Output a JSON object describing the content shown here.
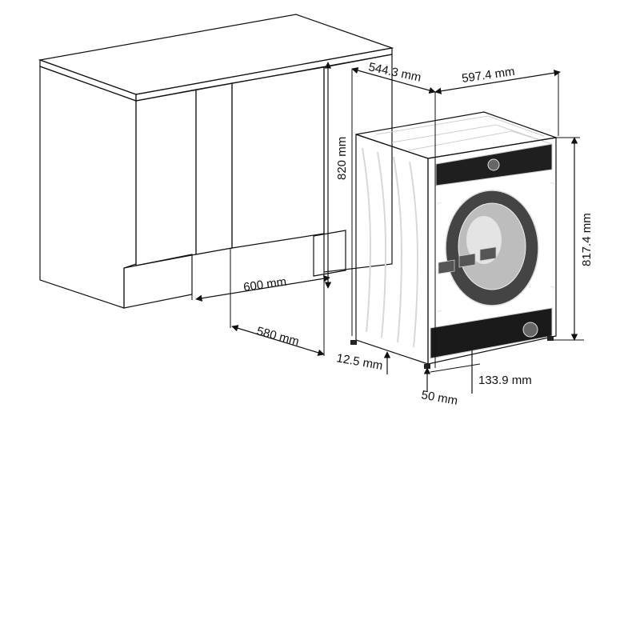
{
  "dimensions": {
    "cabinet_width": "600 mm",
    "cabinet_depth": "580 mm",
    "cabinet_height": "820 mm",
    "machine_depth": "544.3 mm",
    "machine_width": "597.4 mm",
    "machine_height": "817.4 mm",
    "foot_gap": "12.5 mm",
    "foot_offset": "50 mm",
    "kickplate_offset": "133.9 mm"
  },
  "colors": {
    "line": "#111111",
    "cabinet_top": "#f0f0f0",
    "cabinet_side": "#e6e6e6",
    "cabinet_front": "#ececec",
    "cabinet_inner": "#dadada",
    "machine_side": "#3a3a3a",
    "machine_front": "#2f2f2f",
    "machine_top": "#4a4a4a"
  }
}
